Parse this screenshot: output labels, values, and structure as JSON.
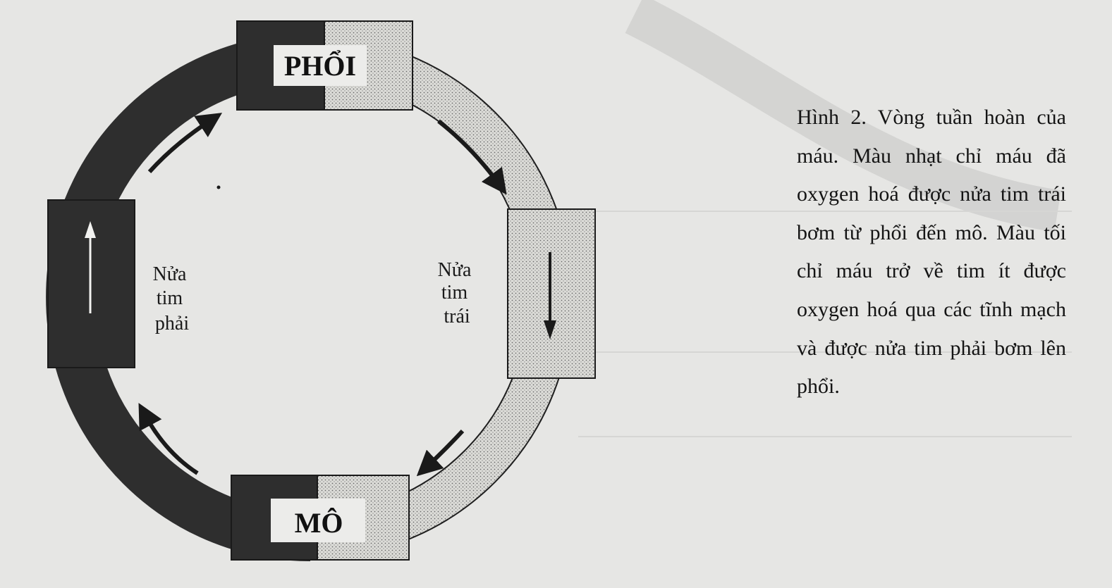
{
  "diagram": {
    "boxes": {
      "lungs": "PHỔI",
      "tissue": "MÔ"
    },
    "right_half_heart": [
      "Nửa",
      "tim",
      "phải"
    ],
    "left_half_heart": [
      "Nửa",
      "tim",
      "trái"
    ]
  },
  "caption": "Hình 2. Vòng tuần hoàn của máu. Màu nhạt chỉ máu đã oxygen hoá được nửa tim trái bơm từ phổi đến mô. Màu tối chỉ máu trở về tim ít được oxygen hoá qua các tĩnh mạch và được nửa tim phải bơm lên phổi.",
  "colors": {
    "deoxygenated": "#2e2e2e",
    "oxygenated_fill": "#dcdcd8",
    "paper": "#e6e6e4"
  }
}
